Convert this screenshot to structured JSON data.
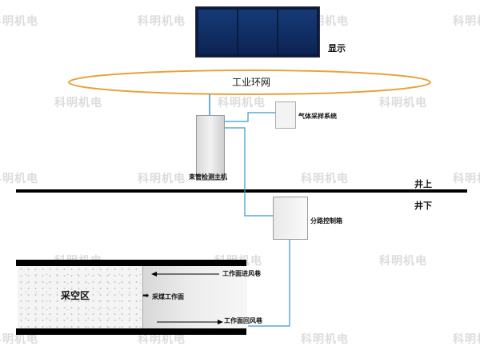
{
  "watermark": "科明机电",
  "labels": {
    "display": "显示",
    "ring_network": "工业环网",
    "gas_sampling": "气体采样系统",
    "host": "束管检测主机",
    "above_ground": "井上",
    "below_ground": "井下",
    "branch_control": "分路控制箱",
    "goaf": "采空区",
    "coal_face": "采煤工作面",
    "intake_airway": "工作面进风巷",
    "return_airway": "工作面回风巷"
  },
  "colors": {
    "ring": "#e8a33c",
    "tube": "#3b97d3",
    "ground_line": "#000000"
  },
  "icons": {
    "display": "dashboard-display-icon",
    "host": "cabinet-icon",
    "gas_sampling": "wall-box-icon",
    "branch_control": "control-box-icon",
    "coal_face": "arrow-right-icon"
  }
}
